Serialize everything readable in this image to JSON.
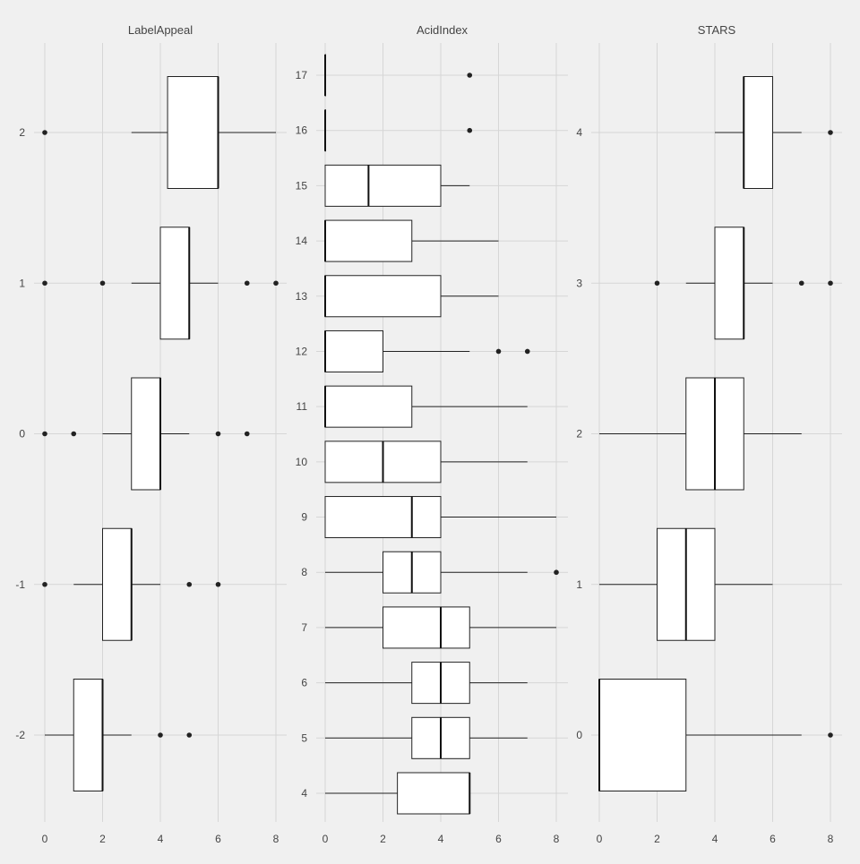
{
  "chart_data": [
    {
      "type": "boxplot",
      "title": "LabelAppeal",
      "orientation": "horizontal",
      "xlim": [
        0,
        8
      ],
      "xticks": [
        "0",
        "2",
        "4",
        "6",
        "8"
      ],
      "categories": [
        "-2",
        "-1",
        "0",
        "1",
        "2"
      ],
      "boxes": [
        {
          "label": "-2",
          "whisker_low": 0,
          "q1": 1,
          "median": 2,
          "q3": 2,
          "whisker_high": 3,
          "outliers": [
            4,
            5
          ]
        },
        {
          "label": "-1",
          "whisker_low": 1,
          "q1": 2,
          "median": 3,
          "q3": 3,
          "whisker_high": 4,
          "outliers": [
            0,
            5,
            6
          ]
        },
        {
          "label": "0",
          "whisker_low": 2,
          "q1": 3,
          "median": 4,
          "q3": 4,
          "whisker_high": 5,
          "outliers": [
            0,
            1,
            6,
            7
          ]
        },
        {
          "label": "1",
          "whisker_low": 3,
          "q1": 4,
          "median": 5,
          "q3": 5,
          "whisker_high": 6,
          "outliers": [
            0,
            2,
            7,
            8
          ]
        },
        {
          "label": "2",
          "whisker_low": 3,
          "q1": 4.25,
          "median": 6,
          "q3": 6,
          "whisker_high": 8,
          "outliers": [
            0
          ]
        }
      ]
    },
    {
      "type": "boxplot",
      "title": "AcidIndex",
      "orientation": "horizontal",
      "xlim": [
        0,
        8
      ],
      "xticks": [
        "0",
        "2",
        "4",
        "6",
        "8"
      ],
      "categories": [
        "4",
        "5",
        "6",
        "7",
        "8",
        "9",
        "10",
        "11",
        "12",
        "13",
        "14",
        "15",
        "16",
        "17"
      ],
      "boxes": [
        {
          "label": "4",
          "whisker_low": 0,
          "q1": 2.5,
          "median": 5,
          "q3": 5,
          "whisker_high": 5,
          "outliers": []
        },
        {
          "label": "5",
          "whisker_low": 0,
          "q1": 3,
          "median": 4,
          "q3": 5,
          "whisker_high": 7,
          "outliers": []
        },
        {
          "label": "6",
          "whisker_low": 0,
          "q1": 3,
          "median": 4,
          "q3": 5,
          "whisker_high": 7,
          "outliers": []
        },
        {
          "label": "7",
          "whisker_low": 0,
          "q1": 2,
          "median": 4,
          "q3": 5,
          "whisker_high": 8,
          "outliers": []
        },
        {
          "label": "8",
          "whisker_low": 0,
          "q1": 2,
          "median": 3,
          "q3": 4,
          "whisker_high": 7,
          "outliers": [
            8
          ]
        },
        {
          "label": "9",
          "whisker_low": 0,
          "q1": 0,
          "median": 3,
          "q3": 4,
          "whisker_high": 8,
          "outliers": []
        },
        {
          "label": "10",
          "whisker_low": 0,
          "q1": 0,
          "median": 2,
          "q3": 4,
          "whisker_high": 7,
          "outliers": []
        },
        {
          "label": "11",
          "whisker_low": 0,
          "q1": 0,
          "median": 0,
          "q3": 3,
          "whisker_high": 7,
          "outliers": []
        },
        {
          "label": "12",
          "whisker_low": 0,
          "q1": 0,
          "median": 0,
          "q3": 2,
          "whisker_high": 5,
          "outliers": [
            6,
            7
          ]
        },
        {
          "label": "13",
          "whisker_low": 0,
          "q1": 0,
          "median": 0,
          "q3": 4,
          "whisker_high": 6,
          "outliers": []
        },
        {
          "label": "14",
          "whisker_low": 0,
          "q1": 0,
          "median": 0,
          "q3": 3,
          "whisker_high": 6,
          "outliers": []
        },
        {
          "label": "15",
          "whisker_low": 0,
          "q1": 0,
          "median": 1.5,
          "q3": 4,
          "whisker_high": 5,
          "outliers": []
        },
        {
          "label": "16",
          "whisker_low": 0,
          "q1": 0,
          "median": 0,
          "q3": 0,
          "whisker_high": 0,
          "outliers": [
            5
          ]
        },
        {
          "label": "17",
          "whisker_low": 0,
          "q1": 0,
          "median": 0,
          "q3": 0,
          "whisker_high": 0,
          "outliers": [
            5
          ]
        }
      ]
    },
    {
      "type": "boxplot",
      "title": "STARS",
      "orientation": "horizontal",
      "xlim": [
        0,
        8
      ],
      "xticks": [
        "0",
        "2",
        "4",
        "6",
        "8"
      ],
      "categories": [
        "0",
        "1",
        "2",
        "3",
        "4"
      ],
      "boxes": [
        {
          "label": "0",
          "whisker_low": 0,
          "q1": 0,
          "median": 0,
          "q3": 3,
          "whisker_high": 7,
          "outliers": [
            8
          ]
        },
        {
          "label": "1",
          "whisker_low": 0,
          "q1": 2,
          "median": 3,
          "q3": 4,
          "whisker_high": 6,
          "outliers": []
        },
        {
          "label": "2",
          "whisker_low": 0,
          "q1": 3,
          "median": 4,
          "q3": 5,
          "whisker_high": 7,
          "outliers": []
        },
        {
          "label": "3",
          "whisker_low": 3,
          "q1": 4,
          "median": 5,
          "q3": 5,
          "whisker_high": 6,
          "outliers": [
            2,
            7,
            8
          ]
        },
        {
          "label": "4",
          "whisker_low": 4,
          "q1": 5,
          "median": 5,
          "q3": 6,
          "whisker_high": 7,
          "outliers": [
            8
          ]
        }
      ]
    }
  ]
}
